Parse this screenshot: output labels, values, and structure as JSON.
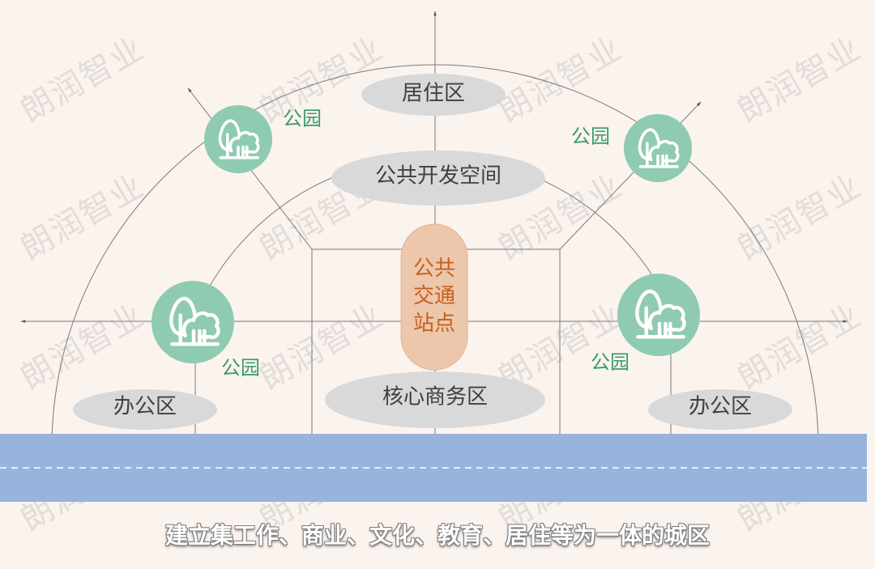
{
  "zones": {
    "residential": "居住区",
    "public_space": "公共开发空间",
    "cbd": "核心商务区",
    "office_left": "办公区",
    "office_right": "办公区"
  },
  "station": {
    "label": "公共交通站点"
  },
  "parks": {
    "top_left": "公园",
    "top_right": "公园",
    "mid_left": "公园",
    "mid_right": "公园"
  },
  "caption": "建立集工作、商业、文化、教育、居住等为一体的城区",
  "watermark": "朗润智业",
  "colors": {
    "background": "#fbf3ee",
    "river": "#98b3dc",
    "park_circle": "#8ecbb1",
    "zone_ellipse": "#d9d9d9",
    "station_fill": "#ecc7ab",
    "station_text": "#c8601e",
    "park_text": "#3a9a6e"
  },
  "icons": [
    "tree-icon"
  ]
}
